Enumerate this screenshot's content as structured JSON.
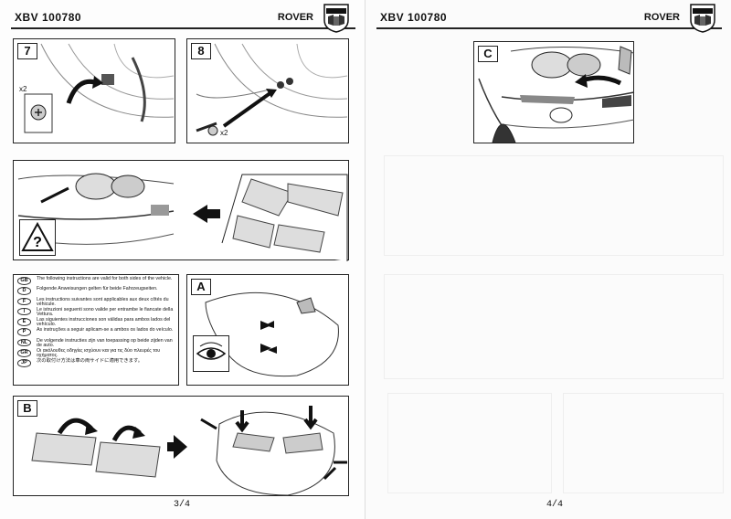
{
  "left_page": {
    "doc_code": "XBV 100780",
    "brand": "ROVER",
    "page_number": "3/4",
    "steps": {
      "step7": {
        "label": "7",
        "qty": "x2"
      },
      "step8": {
        "label": "8",
        "qty": "x2"
      },
      "stepA": {
        "label": "A"
      },
      "stepB": {
        "label": "B"
      }
    },
    "notes": [
      {
        "code": "GB",
        "text": "The following instructions are valid for both sides of the vehicle."
      },
      {
        "code": "D",
        "text": "Folgende Anweisungen gelten für beide Fahrzeugseiten."
      },
      {
        "code": "F",
        "text": "Les instructions suivantes sont applicables aux deux côtés du véhicule."
      },
      {
        "code": "I",
        "text": "Le istruzioni seguenti sono valide per entrambe le fiancate della Vettura."
      },
      {
        "code": "E",
        "text": "Las siguientes instrucciones son válidas para ambos lados del vehículo."
      },
      {
        "code": "P",
        "text": "As instruções a seguir aplicam-se a ambos os lados do veículo."
      },
      {
        "code": "NL",
        "text": "De volgende instructies zijn van toepassing op beide zijden van de auto."
      },
      {
        "code": "GR",
        "text": "Οι ακόλουθες οδηγίες ισχύουν και για τις δύο πλευρές του οχήματος."
      },
      {
        "code": "JP",
        "text": "次の取付け方法は車の両サイドに適用できます。"
      }
    ]
  },
  "right_page": {
    "doc_code": "XBV 100780",
    "brand": "ROVER",
    "page_number": "4/4",
    "steps": {
      "stepC": {
        "label": "C"
      }
    }
  }
}
